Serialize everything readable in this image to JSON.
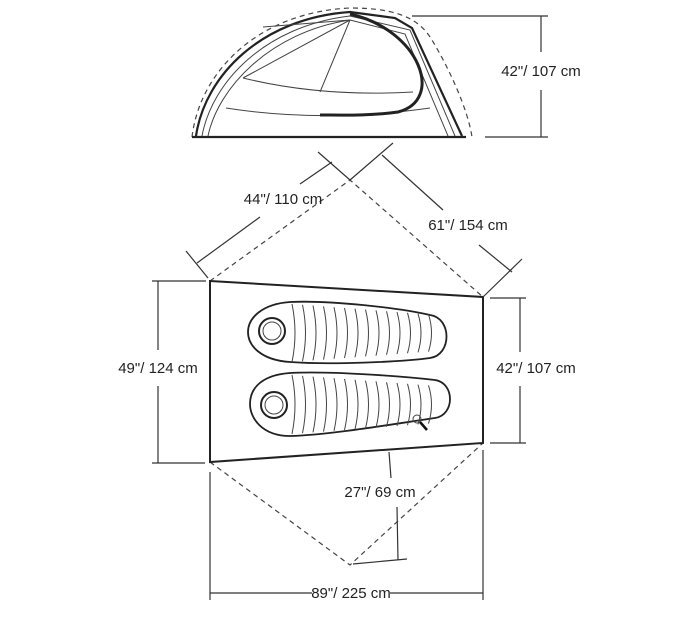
{
  "dimensions": {
    "height": "42\"/ 107 cm",
    "vestibule_side_a": "44\"/ 110 cm",
    "vestibule_side_b": "61\"/ 154 cm",
    "floor_width_head": "49\"/ 124 cm",
    "floor_width_foot": "42\"/ 107 cm",
    "vestibule_depth": "27\"/ 69 cm",
    "floor_length": "89\"/ 225 cm"
  }
}
